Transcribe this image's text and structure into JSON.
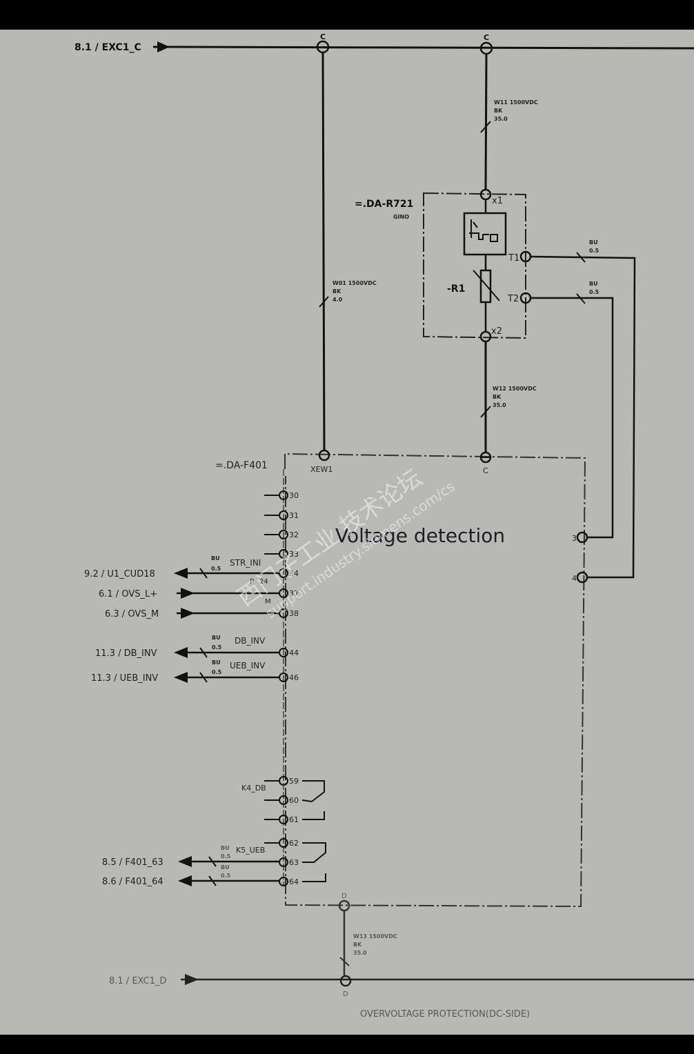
{
  "diagram": {
    "title": "Voltage detection",
    "footer": "OVERVOLTAGE PROTECTION(DC-SIDE)",
    "watermark": {
      "cn": "西门子工业 技术论坛",
      "url": "support.industry.siemens.com/cs"
    },
    "buses": {
      "top": {
        "label": "8.1 / EXC1_C",
        "node_labels": [
          "C",
          "C"
        ]
      },
      "bottom": {
        "label": "8.1 / EXC1_D",
        "node_labels": [
          "D",
          "D"
        ]
      }
    },
    "cables": {
      "w11": {
        "id": "W11 1500VDC",
        "color": "BK",
        "size": "35.0"
      },
      "w01": {
        "id": "W01 1500VDC",
        "color": "BK",
        "size": "4.0"
      },
      "w12": {
        "id": "W12 1500VDC",
        "color": "BK",
        "size": "35.0"
      },
      "w13": {
        "id": "W13 1500VDC",
        "color": "BK",
        "size": "35.0"
      },
      "t1": {
        "color": "BU",
        "size": "0.5"
      },
      "t2": {
        "color": "BU",
        "size": "0.5"
      }
    },
    "r721": {
      "name": "=.DA-R721",
      "type": "GINO",
      "resistor": "-R1",
      "terminals": {
        "x1": "x1",
        "x2": "x2",
        "t1": "T1",
        "t2": "T2"
      }
    },
    "f401": {
      "name": "=.DA-F401",
      "terminal_xew1": "XEW1",
      "terminal_c": "C",
      "terminal_d": "D",
      "right_terminals": [
        "3",
        "4"
      ],
      "terminals": [
        "30",
        "31",
        "32",
        "33",
        "34",
        "37",
        "38",
        "44",
        "46",
        "59",
        "60",
        "61",
        "62",
        "63",
        "64"
      ],
      "relays": [
        "K4_DB",
        "K5_UEB"
      ],
      "signals": [
        {
          "ref": "9.2 / U1_CUD18",
          "wire": "STR_INI",
          "wire_color": "BU",
          "wire_size": "0.5",
          "terminal": "34",
          "extra": [
            "P",
            "24"
          ]
        },
        {
          "ref": "6.1 / OVS_L+",
          "wire": "",
          "terminal": "37",
          "extra": [
            "M"
          ]
        },
        {
          "ref": "6.3 / OVS_M",
          "wire": "",
          "terminal": "38"
        },
        {
          "ref": "11.3 / DB_INV",
          "wire": "DB_INV",
          "wire_color": "BU",
          "wire_size": "0.5",
          "terminal": "44"
        },
        {
          "ref": "11.3 / UEB_INV",
          "wire": "UEB_INV",
          "wire_color": "BU",
          "wire_size": "0.5",
          "terminal": "46"
        },
        {
          "ref": "8.5 / F401_63",
          "wire": "",
          "wire_color": "BU",
          "wire_size": "0.5",
          "terminal": "63"
        },
        {
          "ref": "8.6 / F401_64",
          "wire": "",
          "wire_color": "BU",
          "wire_size": "0.5",
          "terminal": "64"
        }
      ]
    }
  }
}
